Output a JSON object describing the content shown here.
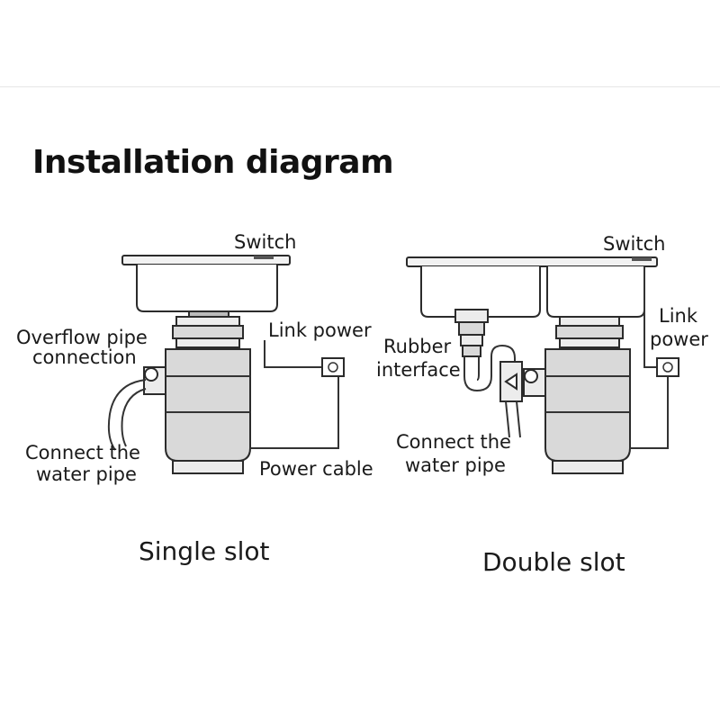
{
  "title": "Installation diagram",
  "single": {
    "caption": "Single slot",
    "switch": "Switch",
    "link_power": "Link power",
    "overflow_line1": "Overflow pipe",
    "overflow_line2": "connection",
    "water_line1": "Connect the",
    "water_line2": "water pipe",
    "power_cable": "Power cable"
  },
  "double": {
    "caption": "Double slot",
    "switch": "Switch",
    "link_line1": "Link",
    "link_line2": "power",
    "rubber_line1": "Rubber",
    "rubber_line2": "interface",
    "water_line1": "Connect the",
    "water_line2": "water pipe"
  },
  "colors": {
    "unit_body": "#d9d9d9",
    "unit_light": "#ececec",
    "outline": "#2b2b2b"
  }
}
